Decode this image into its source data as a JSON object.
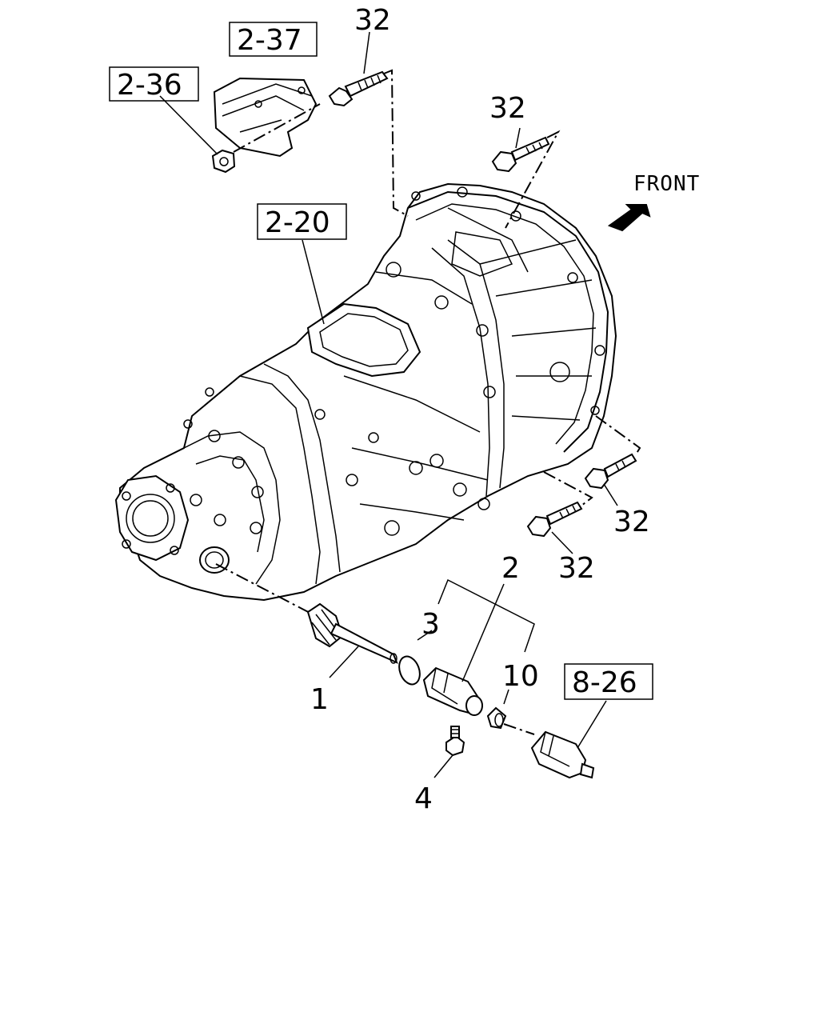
{
  "diagram": {
    "direction_label": "FRONT",
    "reference_boxes": {
      "ref_2_37": "2-37",
      "ref_2_36": "2-36",
      "ref_2_20": "2-20",
      "ref_8_26": "8-26"
    },
    "callouts": {
      "bolt_top": "32",
      "bolt_upper_right": "32",
      "bolt_lower_right": "32",
      "bolt_bottom": "32",
      "speedometer_shaft": "1",
      "sleeve_assembly": "2",
      "o_ring": "3",
      "lock_bolt": "4",
      "seal": "10"
    }
  }
}
